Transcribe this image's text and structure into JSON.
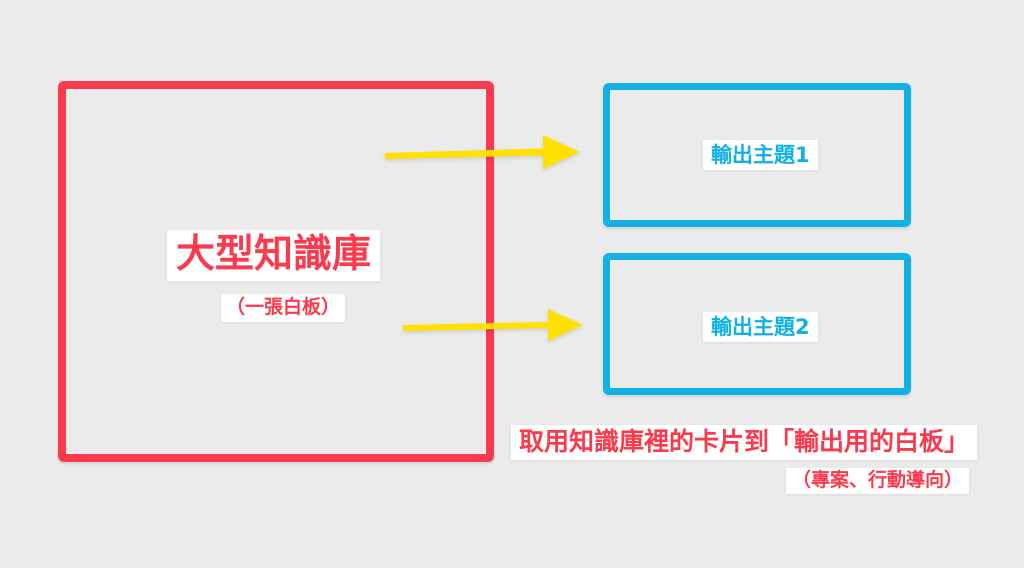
{
  "diagram": {
    "knowledge_base": {
      "title": "大型知識庫",
      "subtitle": "（一張白板）"
    },
    "output_topics": [
      {
        "label": "輸出主題1"
      },
      {
        "label": "輸出主題2"
      }
    ],
    "arrows": [
      {
        "name": "knowledge-base-to-topic-1"
      },
      {
        "name": "knowledge-base-to-topic-2"
      }
    ],
    "caption": {
      "line1": "取用知識庫裡的卡片到「輸出用的白板」",
      "line2": "（專案、行動導向）"
    }
  },
  "colors": {
    "background": "#ebebeb",
    "red": "#fa3b4d",
    "cyan": "#12b1e3",
    "yellow": "#ffe000",
    "chip": "#ffffff"
  }
}
